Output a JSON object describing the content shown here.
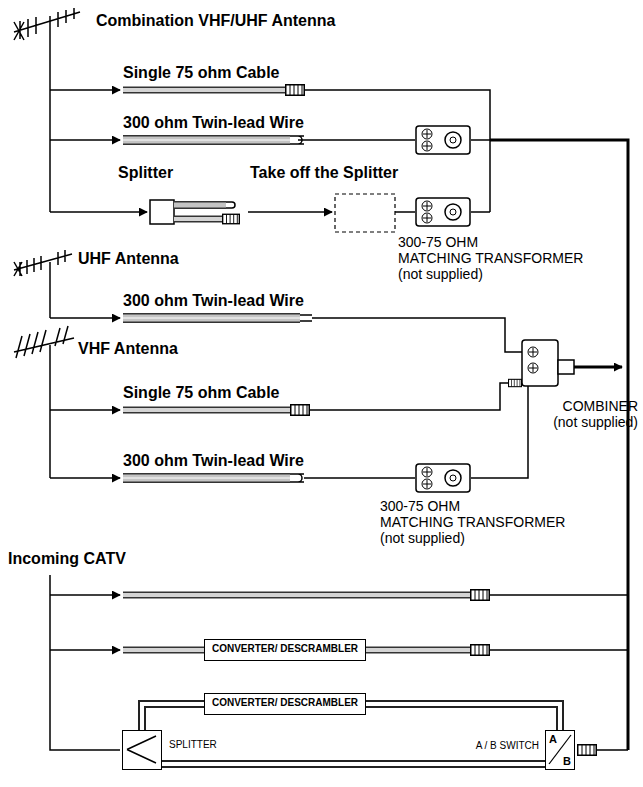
{
  "diagram": {
    "nodes": [
      {
        "text": [
          "CONVERTER/ DESCRAMBLER"
        ]
      },
      {
        "text": [
          "CONVERTER/ DESCRAMBLER"
        ]
      },
      {
        "text": [
          "SPLITTER"
        ]
      },
      {
        "text": [
          "A / B SWITCH",
          "A",
          "B"
        ]
      }
    ],
    "edges": [
      {
        "from": 2,
        "to": 1,
        "arrow": "none"
      },
      {
        "from": 1,
        "to": 3,
        "arrow": "none"
      },
      {
        "from": 2,
        "to": 3,
        "arrow": "none"
      }
    ],
    "labels": [
      "Combination VHF/UHF Antenna",
      "Single 75 ohm Cable",
      "300 ohm Twin-lead Wire",
      "Splitter",
      "Take off the Splitter",
      "UHF Antenna",
      "300-75 OHM MATCHING TRANSFORMER (not supplied)",
      "300 ohm Twin-lead Wire",
      "VHF Antenna",
      "Single 75 ohm Cable",
      "COMBINER (not supplied)",
      "300 ohm Twin-lead Wire",
      "Incoming CATV",
      "300-75 OHM MATCHING TRANSFORMER (not supplied)"
    ]
  }
}
